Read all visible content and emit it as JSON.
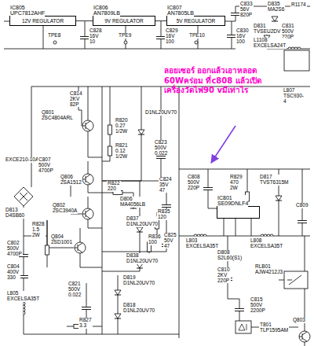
{
  "diagram": {
    "nodes": [
      {
        "text": [
          "IC805",
          "UPC7812AHF",
          "12V REGULATOR"
        ]
      },
      {
        "text": [
          "IC806",
          "AN7809LB",
          "9V REGULATOR"
        ]
      },
      {
        "text": [
          "IC807",
          "AN7805LB",
          "5V REGULATOR"
        ]
      },
      {
        "text": [
          "IC801",
          "SE09DNLF4"
        ]
      }
    ],
    "edges": [
      {
        "from": 0,
        "to": 1,
        "arrow": "none"
      },
      {
        "from": 1,
        "to": 2,
        "arrow": "none"
      }
    ],
    "labels": [
      "TPE8",
      "C828 16V 10",
      "TPE9",
      "C829 16V 100",
      "TPE10",
      "C830 16V 100",
      "C833 56V 820P",
      "D835 MA2S6",
      "R1174",
      "D831 TVSEU2DV",
      "C831 500V 220P",
      "L1108 EXCELSA24T",
      "L807 TSC930-4",
      "C814 2KV 82P",
      "Q801 2SC4804ARL",
      "R820 0.27 1/2W",
      "R821 0.12 1/2W",
      "D1NL20UV70",
      "C823 500V 0.022",
      "EXCE210-10A",
      "D813 D4SB60",
      "C807 500V 4700P",
      "Q806 2SA1512",
      "Q802 2SC3940A",
      "R822 220",
      "D806 MA4056LB",
      "C824 35V 47",
      "D837 D1NL20UV70",
      "R835 120",
      "R836 100",
      "C825 50V 47",
      "D838 D1NL20UV70",
      "Q804 2SD1001",
      "R828 1.5 2W",
      "C802 500V 4700P",
      "C804 400V 330",
      "L805 EXCELSA35T",
      "C821 500V 0.022",
      "D819 D1NL20UV70",
      "D818 D1NL20UV70",
      "R827 3.3",
      "ลอยเซอร์ ออกแล้วเอาหลอด 60Wคร่อม ที่c808 แล้วเปิด เครื่องวัดไฟ90 vมีเท่าไร",
      "C808 500V 220P",
      "R829 470 2W",
      "D817 TVST6315M",
      "C809",
      "L803 EXCELSA35T",
      "L808 EXCELSA35T",
      "D808 S2L60(S1)",
      "C810 2KV 220P",
      "RLB01 AJW4212J3",
      "C815 500V 2200P",
      "T801 TLP1595AM",
      "Q803"
    ]
  }
}
